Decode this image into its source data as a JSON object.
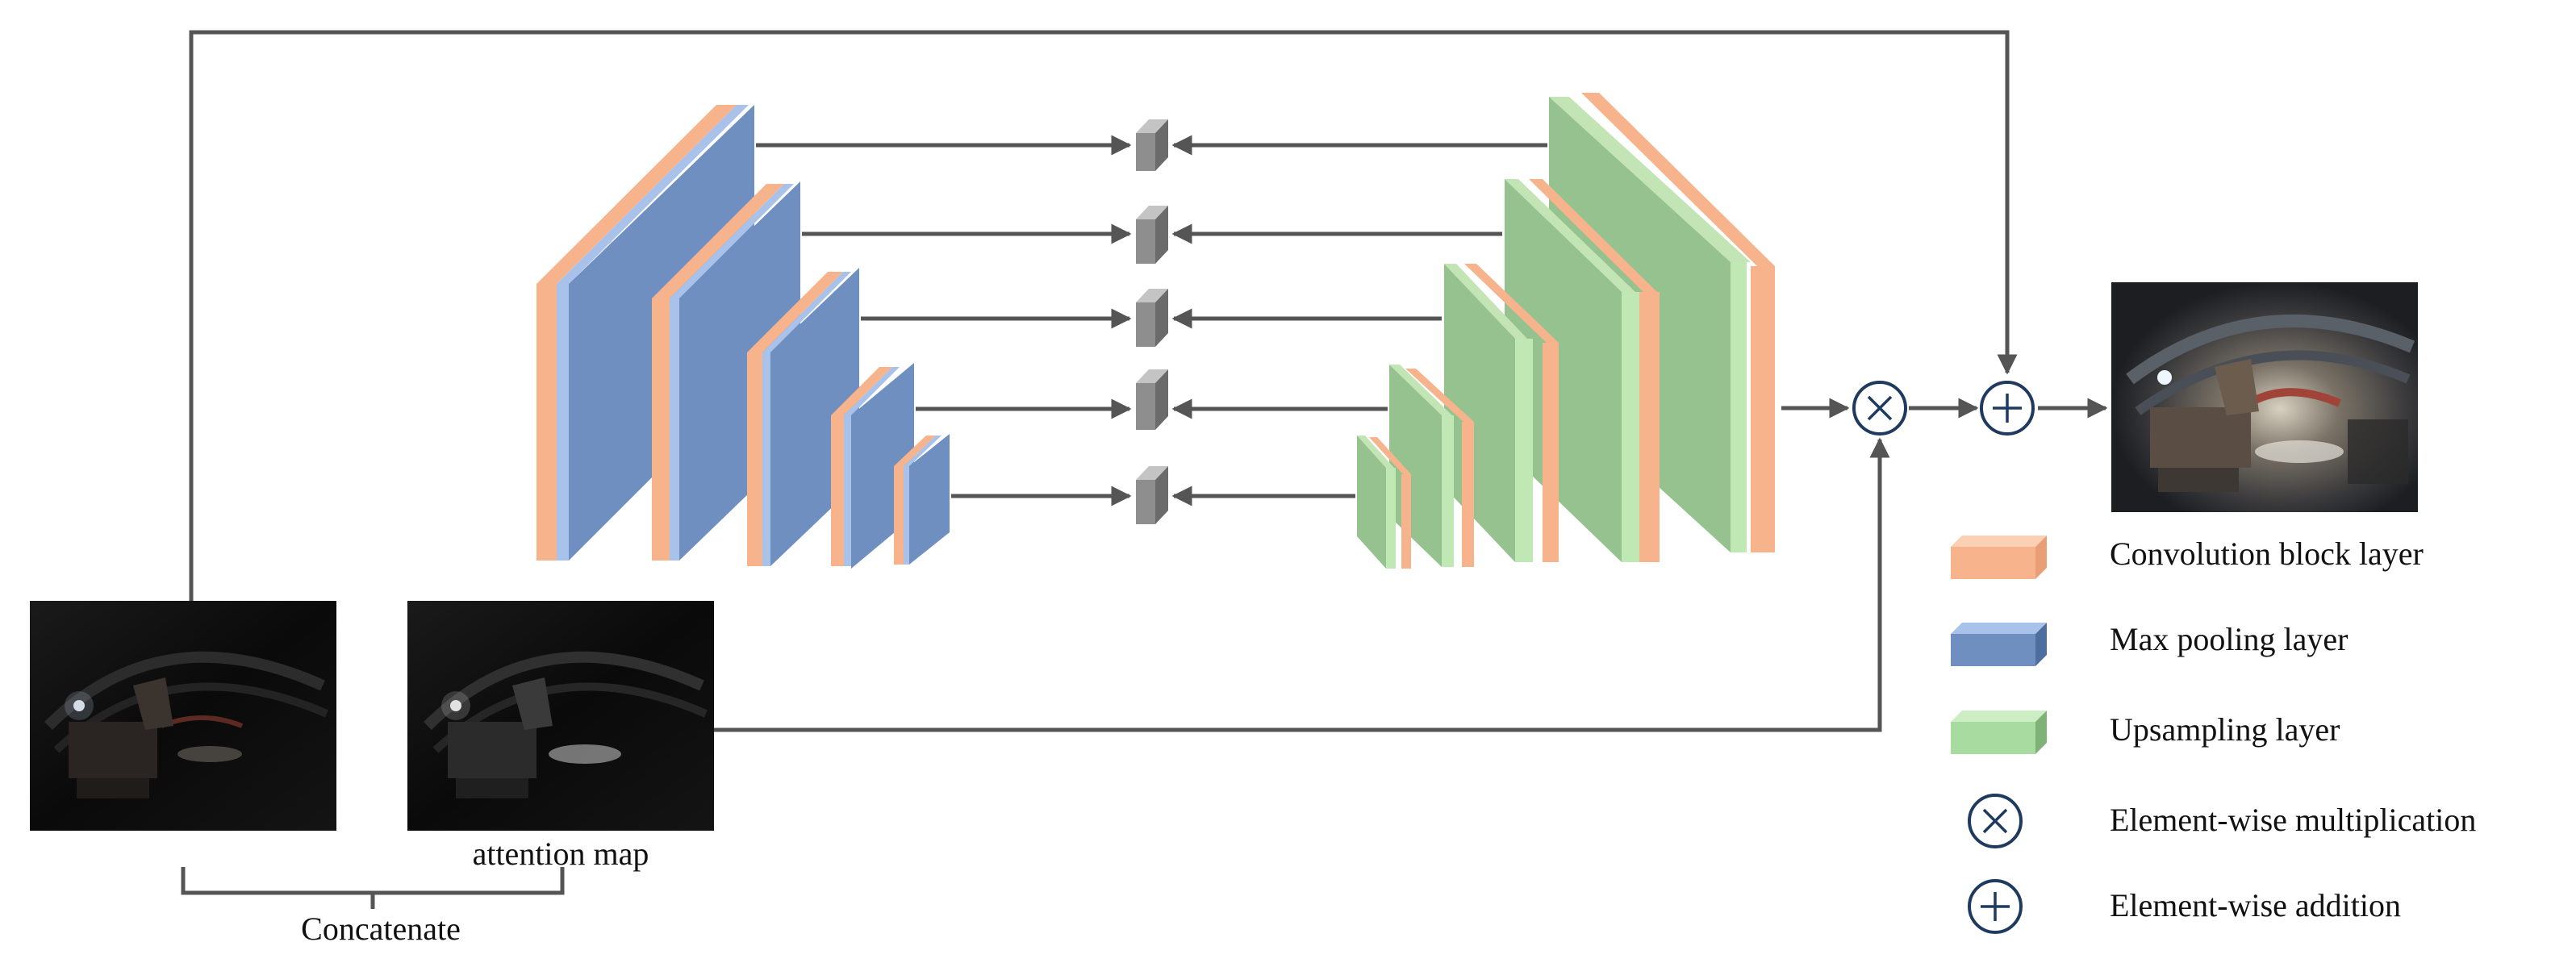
{
  "labels": {
    "attention_map": "attention map",
    "concatenate": "Concatenate"
  },
  "legend": [
    {
      "kind": "block",
      "color": "#f7b48c",
      "label": "Convolution block layer"
    },
    {
      "kind": "block",
      "color": "#6f8fc0",
      "label": "Max pooling layer"
    },
    {
      "kind": "block",
      "color": "#a8dba0",
      "label": "Upsampling layer"
    },
    {
      "kind": "mult",
      "label": "Element-wise multiplication"
    },
    {
      "kind": "add",
      "label": "Element-wise addition"
    }
  ],
  "colors": {
    "conv": "#f7b48c",
    "pool": "#6f8fc0",
    "pool_light": "#a9c2ea",
    "up": "#95c28e",
    "up_light": "#bfe8b4",
    "operator": "#1f3a5f",
    "arrow": "#555555"
  },
  "images": {
    "input_image": "dark tunnel construction photo",
    "attention_map_image": "attention map photo",
    "output_image": "enhanced tunnel construction photo"
  }
}
